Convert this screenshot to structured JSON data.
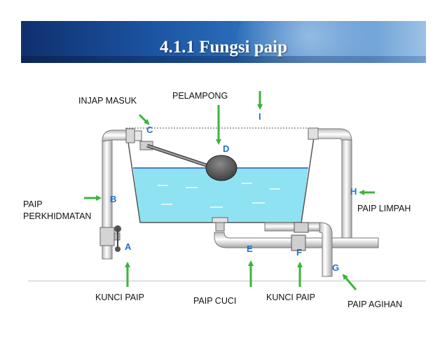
{
  "title": "4.1.1 Fungsi paip",
  "labels": {
    "injap_masuk": "INJAP MASUK",
    "pelampong": "PELAMPONG",
    "paip_perkhidmatan_1": "PAIP",
    "paip_perkhidmatan_2": "PERKHIDMATAN",
    "paip_limpah": "PAIP LIMPAH",
    "kunci_paip_a": "KUNCI PAIP",
    "paip_cuci": "PAIP CUCI",
    "kunci_paip_f": "KUNCI PAIP",
    "paip_agihan": "PAIP AGIHAN"
  },
  "letters": {
    "a": "A",
    "b": "B",
    "c": "C",
    "d": "D",
    "e": "E",
    "f": "F",
    "g": "G",
    "h": "H",
    "i": "I"
  },
  "colors": {
    "arrow": "#3cb43c",
    "water": "#8fe2f2",
    "water_line": "#2f55c8",
    "letter": "#1e6fd0",
    "header": "#1d57a6"
  }
}
